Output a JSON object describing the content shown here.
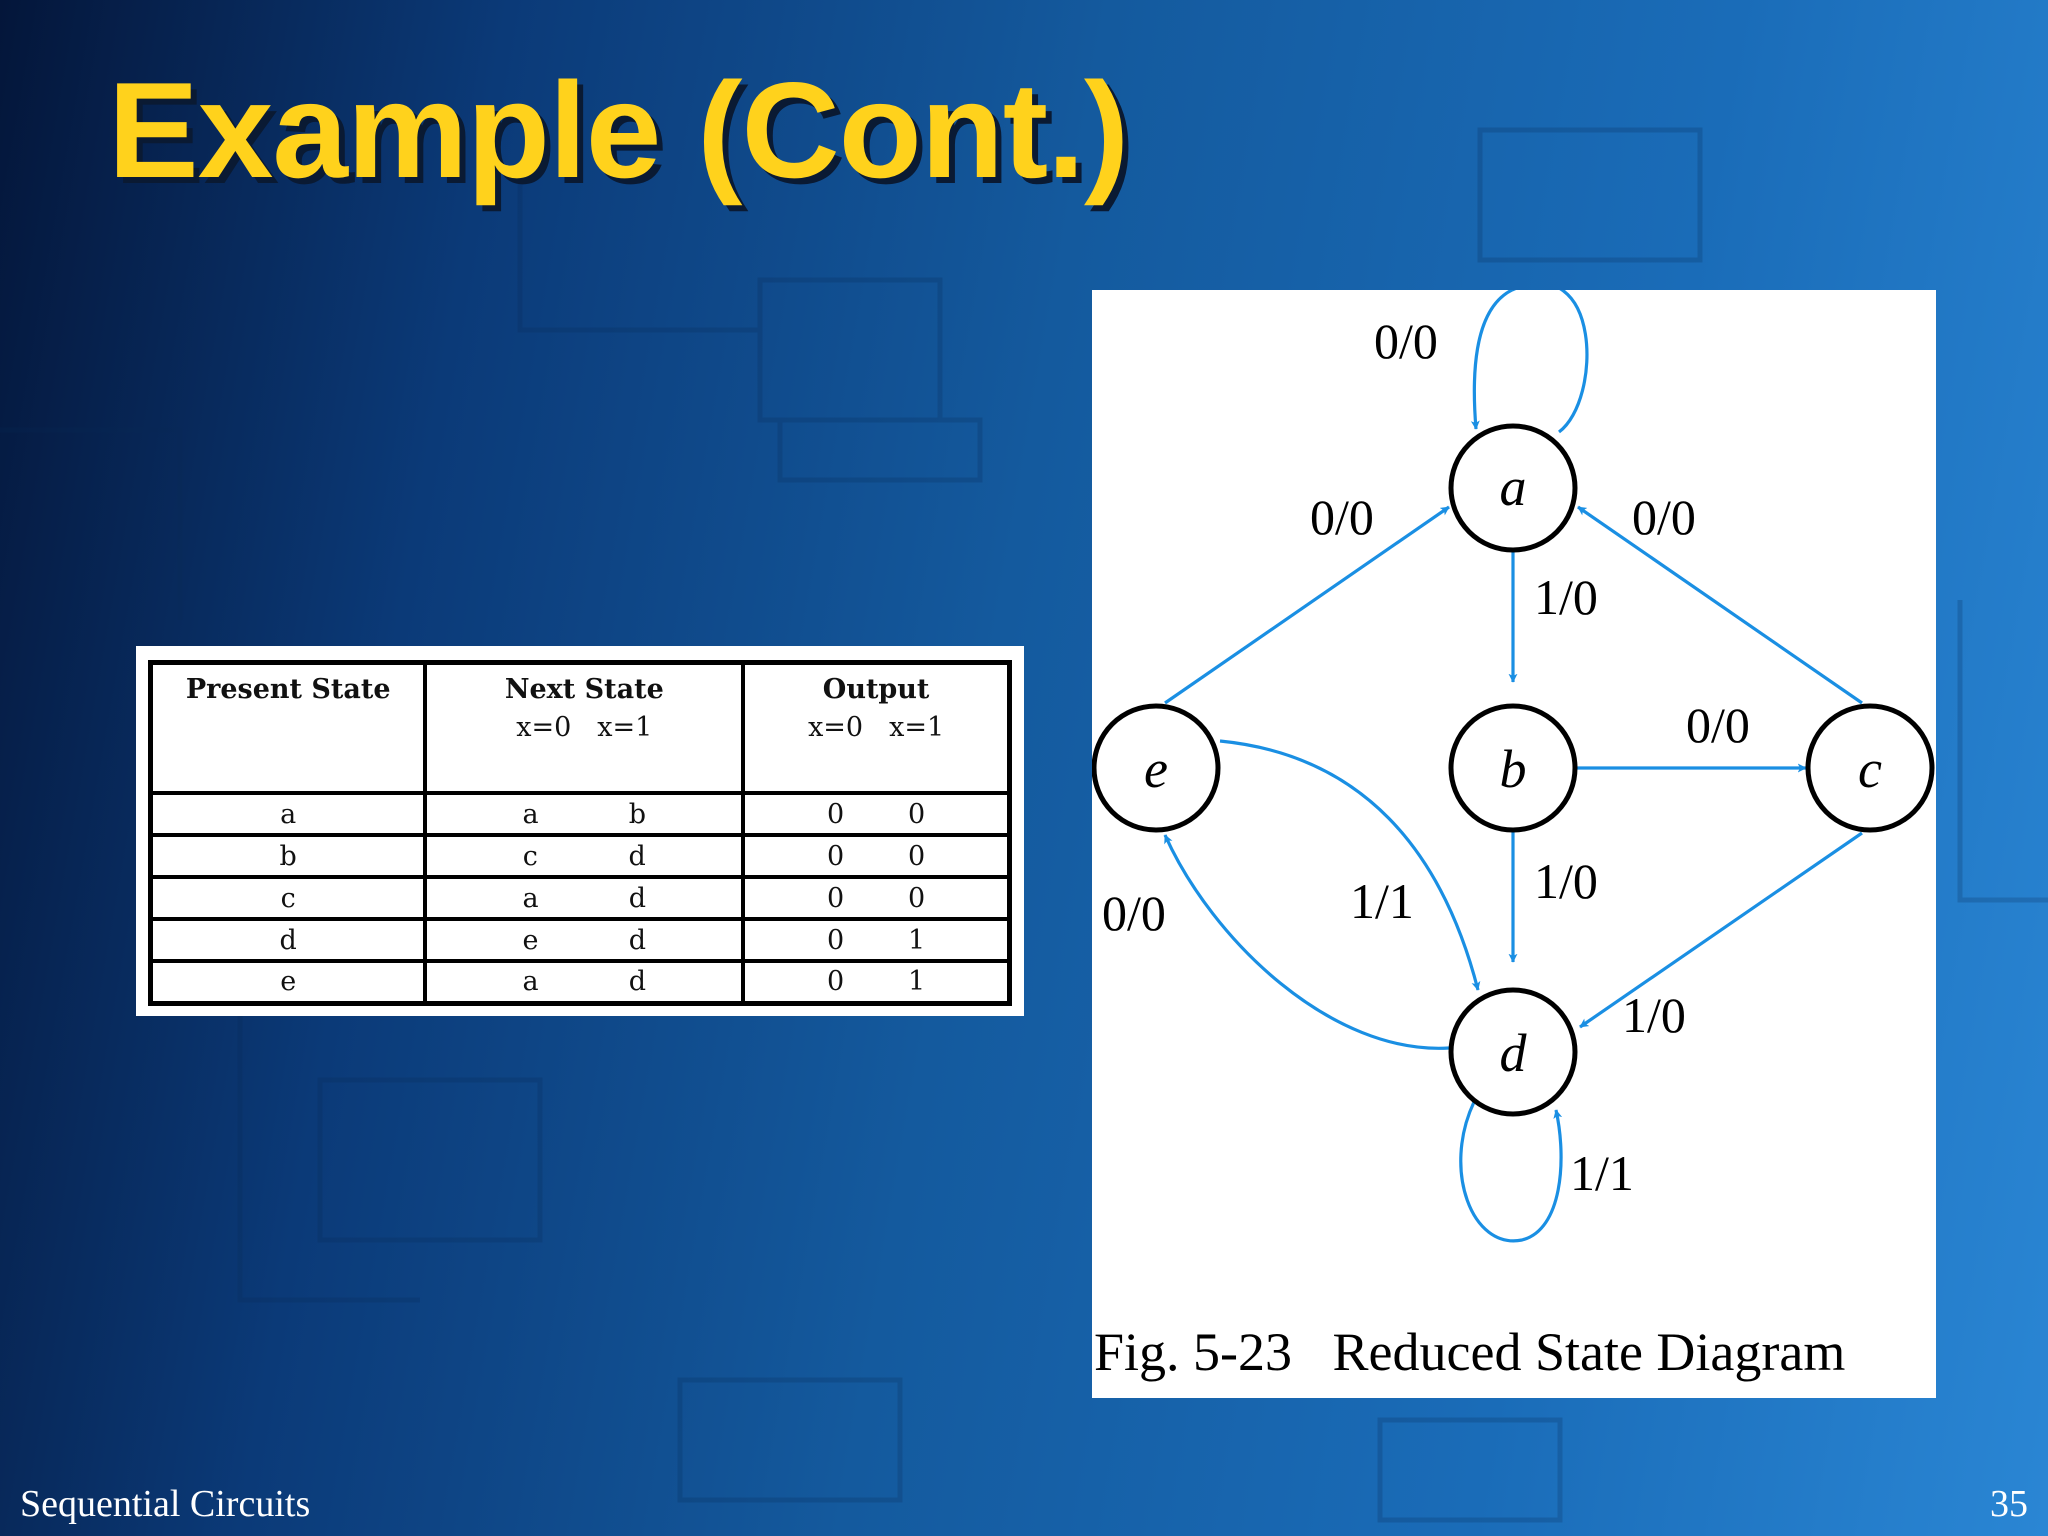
{
  "slide": {
    "title": "Example (Cont.)",
    "footer_left": "Sequential Circuits",
    "page_number": "35"
  },
  "table": {
    "headers": {
      "present": "Present State",
      "next": "Next State",
      "output": "Output",
      "x0": "x=0",
      "x1": "x=1"
    },
    "rows": [
      {
        "present": "a",
        "next0": "a",
        "next1": "b",
        "out0": "0",
        "out1": "0"
      },
      {
        "present": "b",
        "next0": "c",
        "next1": "d",
        "out0": "0",
        "out1": "0"
      },
      {
        "present": "c",
        "next0": "a",
        "next1": "d",
        "out0": "0",
        "out1": "0"
      },
      {
        "present": "d",
        "next0": "e",
        "next1": "d",
        "out0": "0",
        "out1": "1"
      },
      {
        "present": "e",
        "next0": "a",
        "next1": "d",
        "out0": "0",
        "out1": "1"
      }
    ]
  },
  "diagram": {
    "caption": "Fig. 5-23   Reduced State Diagram",
    "edge_color": "#1a8fe3",
    "states": [
      "a",
      "b",
      "c",
      "d",
      "e"
    ],
    "edges": [
      {
        "from": "a",
        "to": "a",
        "label": "0/0"
      },
      {
        "from": "a",
        "to": "b",
        "label": "1/0"
      },
      {
        "from": "b",
        "to": "c",
        "label": "0/0"
      },
      {
        "from": "b",
        "to": "d",
        "label": "1/0"
      },
      {
        "from": "c",
        "to": "a",
        "label": "0/0"
      },
      {
        "from": "c",
        "to": "d",
        "label": "1/0"
      },
      {
        "from": "d",
        "to": "d",
        "label": "1/1"
      },
      {
        "from": "d",
        "to": "e",
        "label": "0/0"
      },
      {
        "from": "e",
        "to": "a",
        "label": "0/0"
      },
      {
        "from": "e",
        "to": "d",
        "label": "1/1"
      }
    ]
  }
}
